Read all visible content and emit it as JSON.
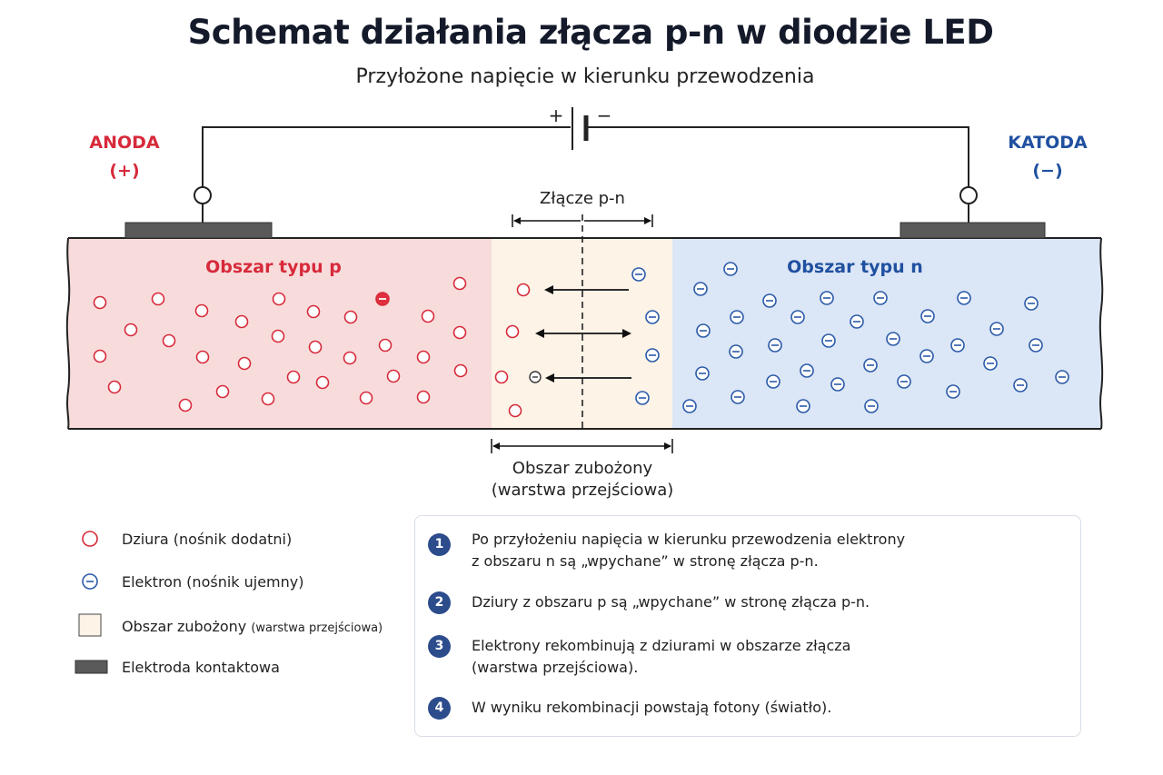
{
  "title": "Schemat działania złącza p-n w diodzie LED",
  "subtitle": "Przyłożone napięcie w kierunku przewodzenia",
  "colors": {
    "p_region": "#f8dcdc",
    "n_region": "#dbe6f6",
    "depletion": "#fdf3e7",
    "hole": "#d72a3a",
    "electron": "#2b5aa8",
    "electrode": "#5a5a5a",
    "anode_label": "#d72a3a",
    "cathode_label": "#2050a0"
  },
  "battery": {
    "plus": "+",
    "minus": "−"
  },
  "anode": {
    "label": "ANODA",
    "sign": "(+)"
  },
  "cathode": {
    "label": "KATODA",
    "sign": "(−)"
  },
  "junction_label": "Złącze p-n",
  "p_region_label": "Obszar typu p",
  "n_region_label": "Obszar typu n",
  "depletion_label": {
    "line1": "Obszar zubożony",
    "line2": "(warstwa przejściowa)"
  },
  "legend": {
    "hole": "Dziura (nośnik dodatni)",
    "electron": "Elektron (nośnik ujemny)",
    "depletion_main": "Obszar zubożony",
    "depletion_note": "(warstwa przejściowa)",
    "electrode": "Elektroda kontaktowa"
  },
  "steps": [
    {
      "num": "1",
      "text": "Po przyłożeniu napięcia w kierunku przewodzenia elektrony\nz obszaru n są „wpychane” w stronę złącza p-n."
    },
    {
      "num": "2",
      "text": "Dziury z obszaru p są „wpychane” w stronę złącza p-n."
    },
    {
      "num": "3",
      "text": "Elektrony rekombinują z dziurami w obszarze złącza\n(warstwa przejściowa)."
    },
    {
      "num": "4",
      "text": "W wyniku rekombinacji powstają fotony (światło)."
    }
  ],
  "icons": {
    "hole": "hole-circle-icon",
    "electron": "electron-minus-icon",
    "battery": "battery-icon",
    "led": "led-bulb-icon",
    "arrow": "arrow-left-icon"
  }
}
